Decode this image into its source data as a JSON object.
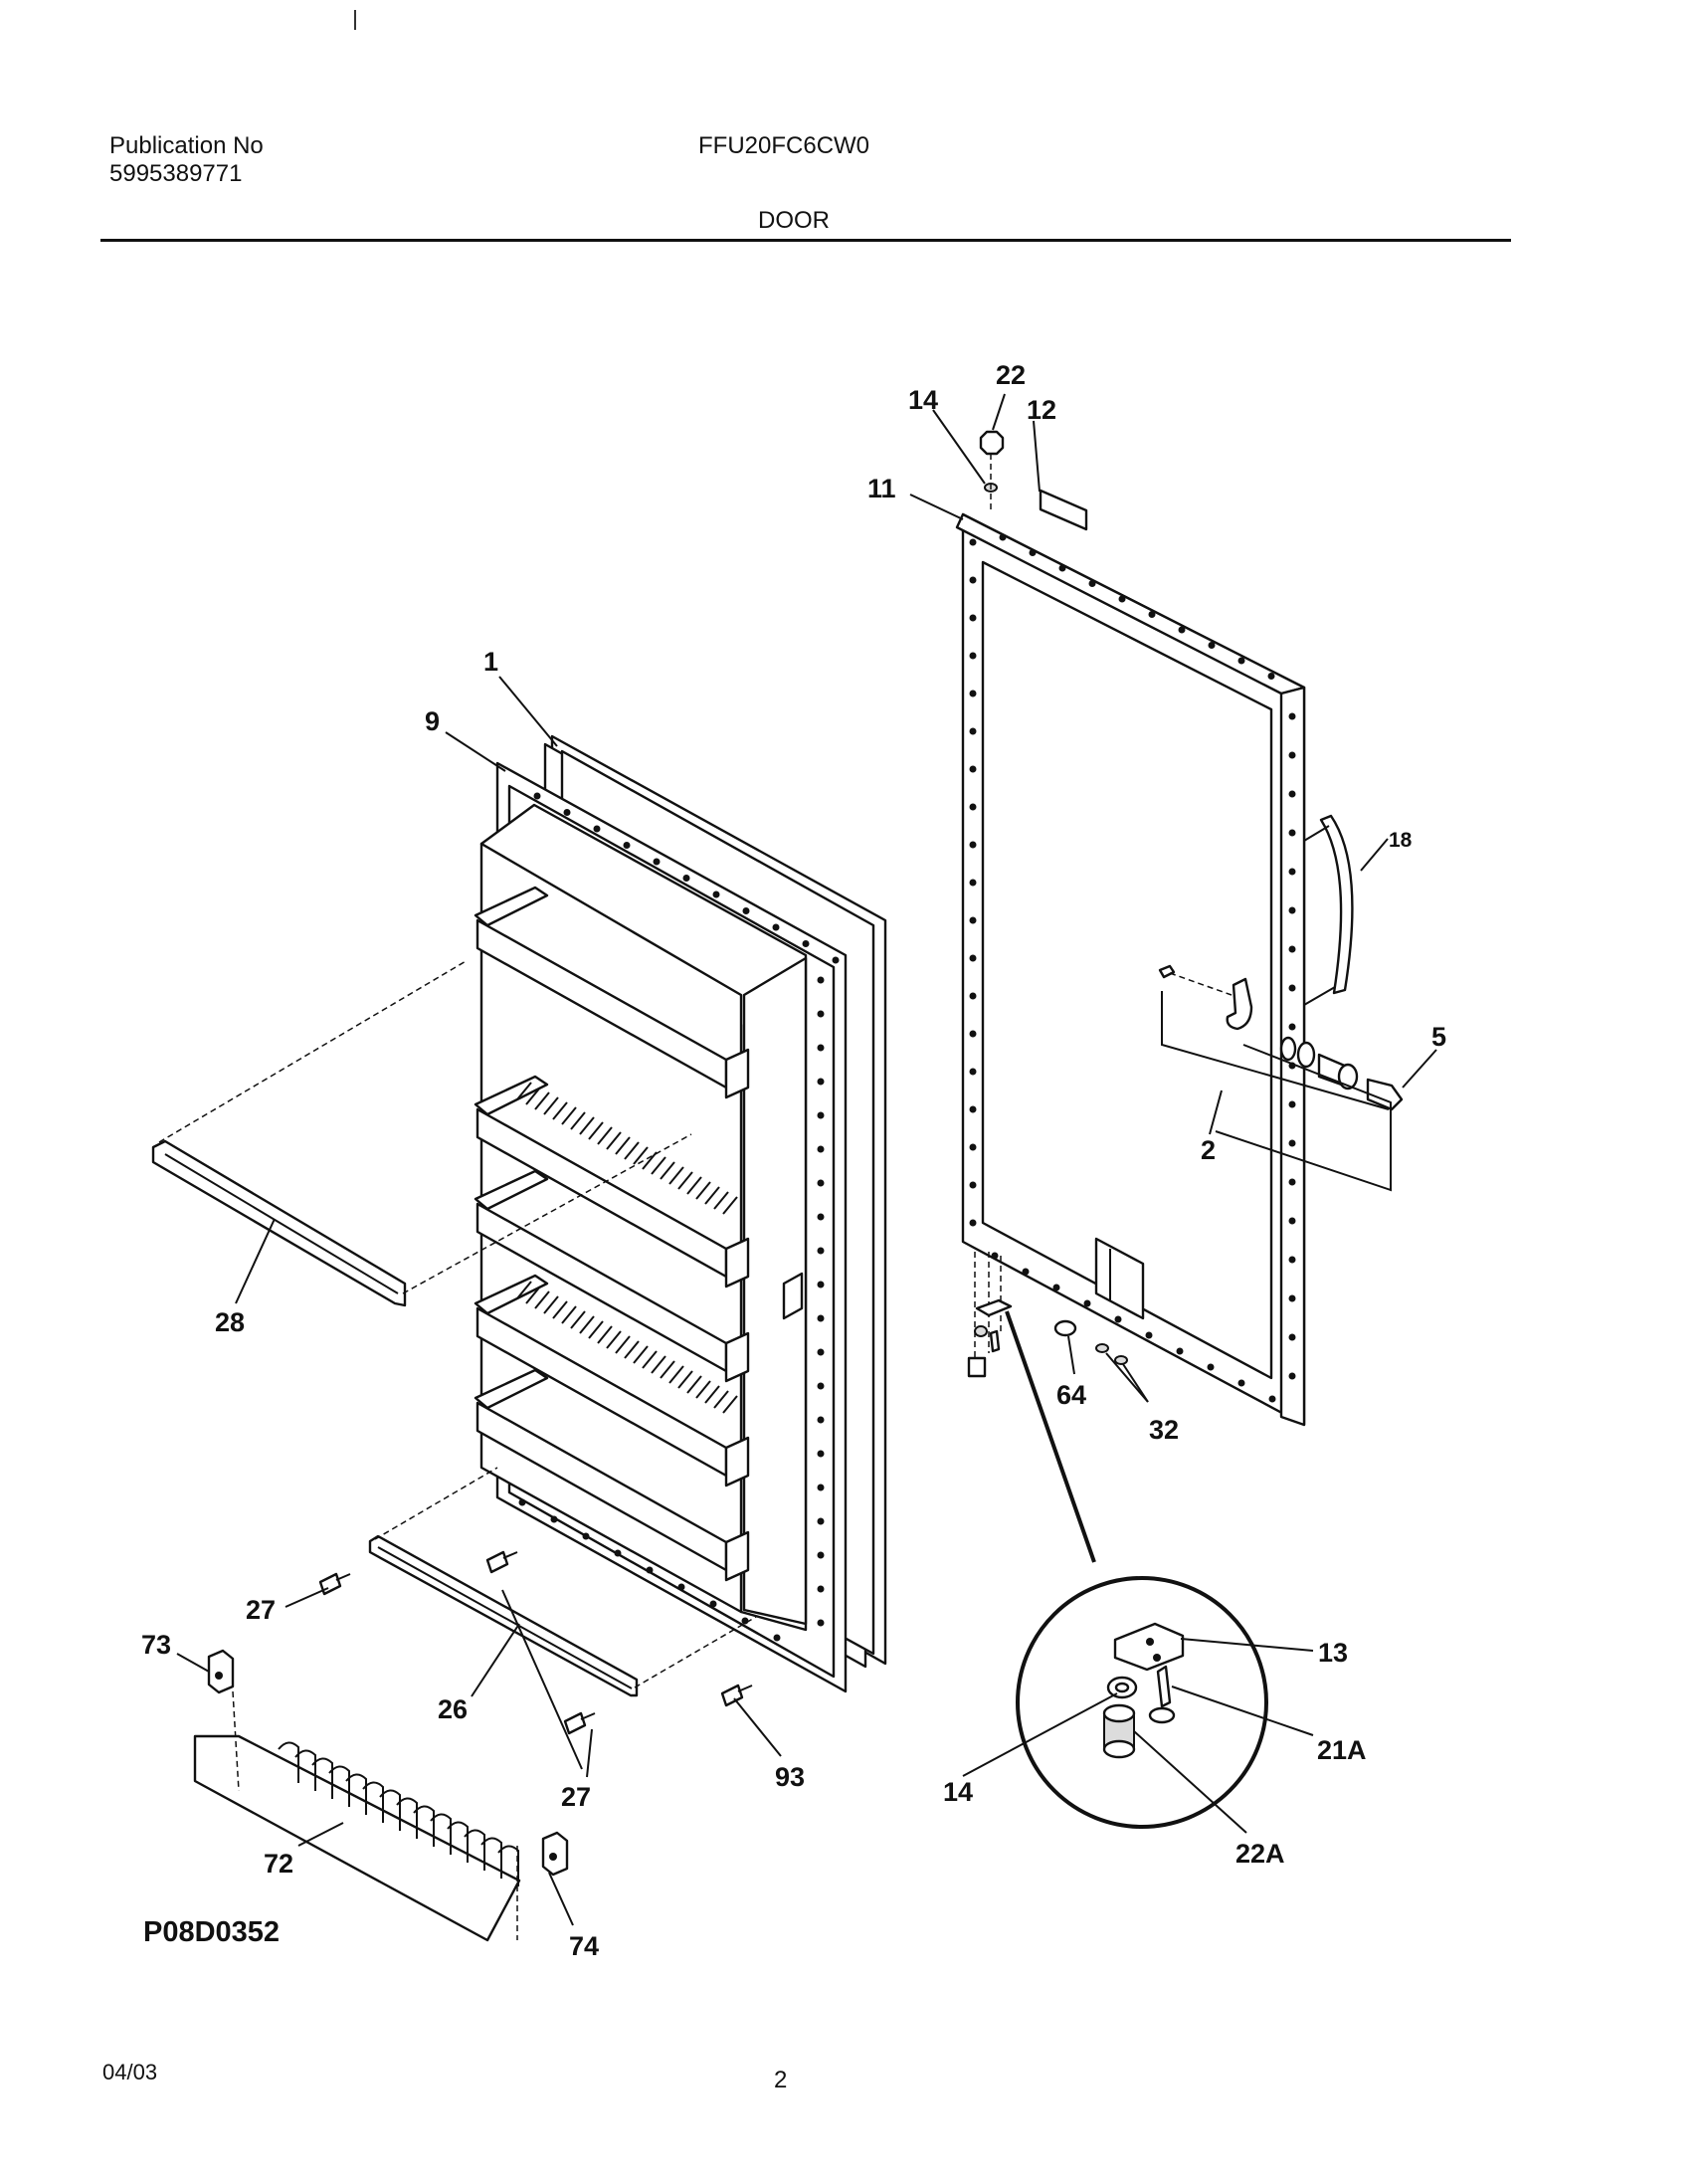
{
  "header": {
    "publication_label": "Publication No",
    "publication_number": "5995389771",
    "model": "FFU20FC6CW0",
    "section_title": "DOOR"
  },
  "diagram": {
    "code": "P08D0352",
    "callouts": {
      "c1": "1",
      "c2": "2",
      "c5": "5",
      "c9": "9",
      "c11": "11",
      "c12": "12",
      "c13": "13",
      "c14_top": "14",
      "c14_detail": "14",
      "c18": "18",
      "c21a": "21A",
      "c22_top": "22",
      "c22a": "22A",
      "c26": "26",
      "c27_a": "27",
      "c27_b": "27",
      "c28": "28",
      "c32": "32",
      "c64": "64",
      "c72": "72",
      "c73": "73",
      "c74": "74",
      "c93": "93"
    }
  },
  "footer": {
    "date": "04/03",
    "page": "2"
  }
}
